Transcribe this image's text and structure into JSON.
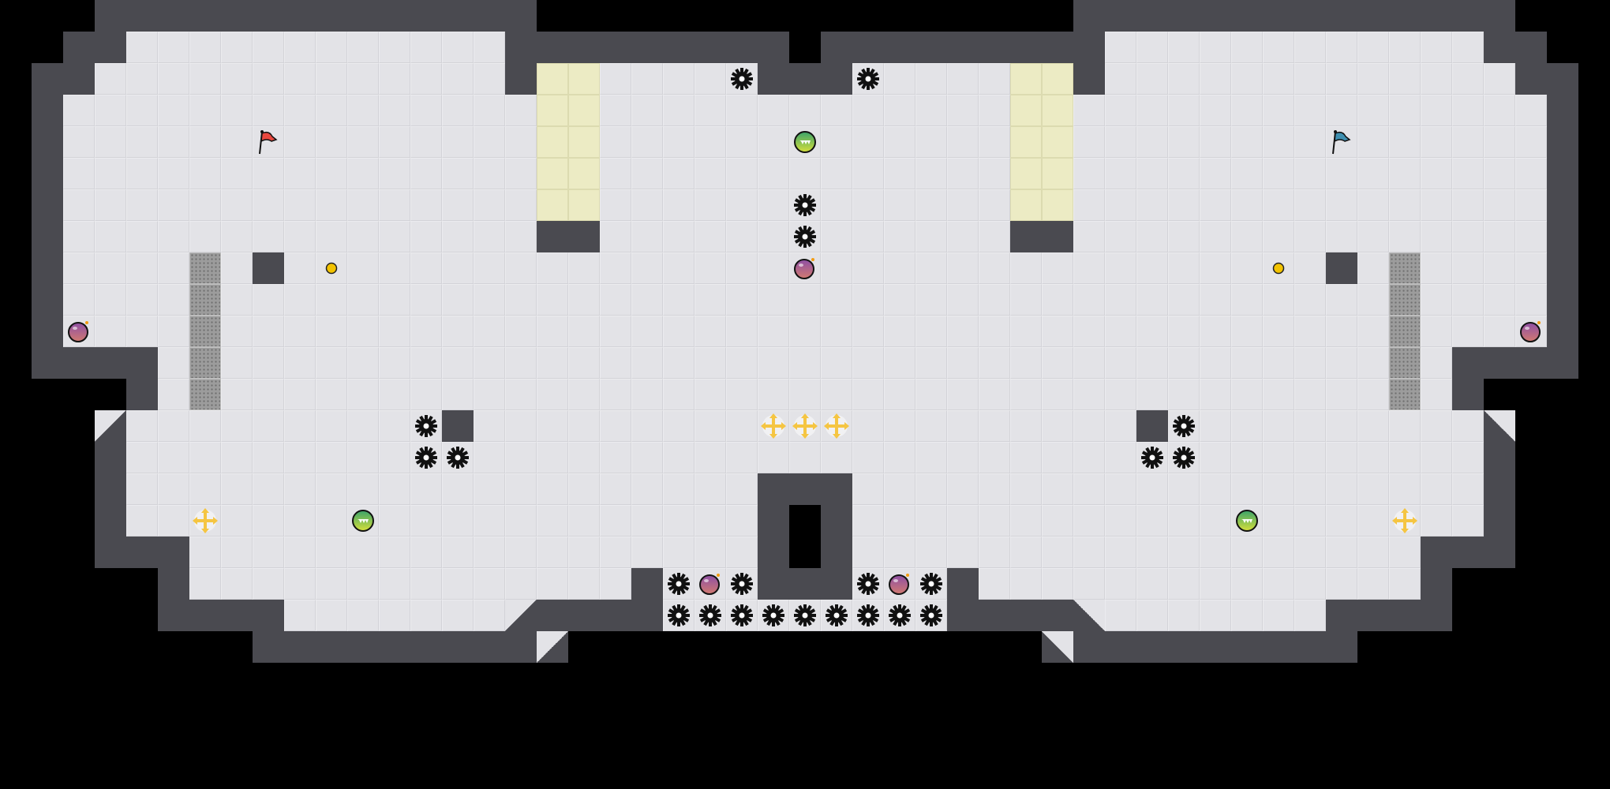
{
  "game": "tile-map",
  "colors": {
    "background": "#000000",
    "floor": "#e3e3e7",
    "wall": "#4a4a50",
    "neutral_gate": "#ecebc4",
    "grate": "#9c9c9c",
    "red_flag": "#e8483f",
    "blue_flag": "#3e8fb0",
    "bomb": "#a0588f",
    "powerup": "#5cb85c",
    "boost": "#f5c542",
    "coin": "#f2c200",
    "spike": "#111111"
  },
  "legend": {
    "spike": "spike",
    "bomb": "bomb",
    "powerup": "powerup",
    "boost": "boost",
    "flag_red": "red-flag",
    "flag_blue": "blue-flag",
    "coin": "coin"
  }
}
